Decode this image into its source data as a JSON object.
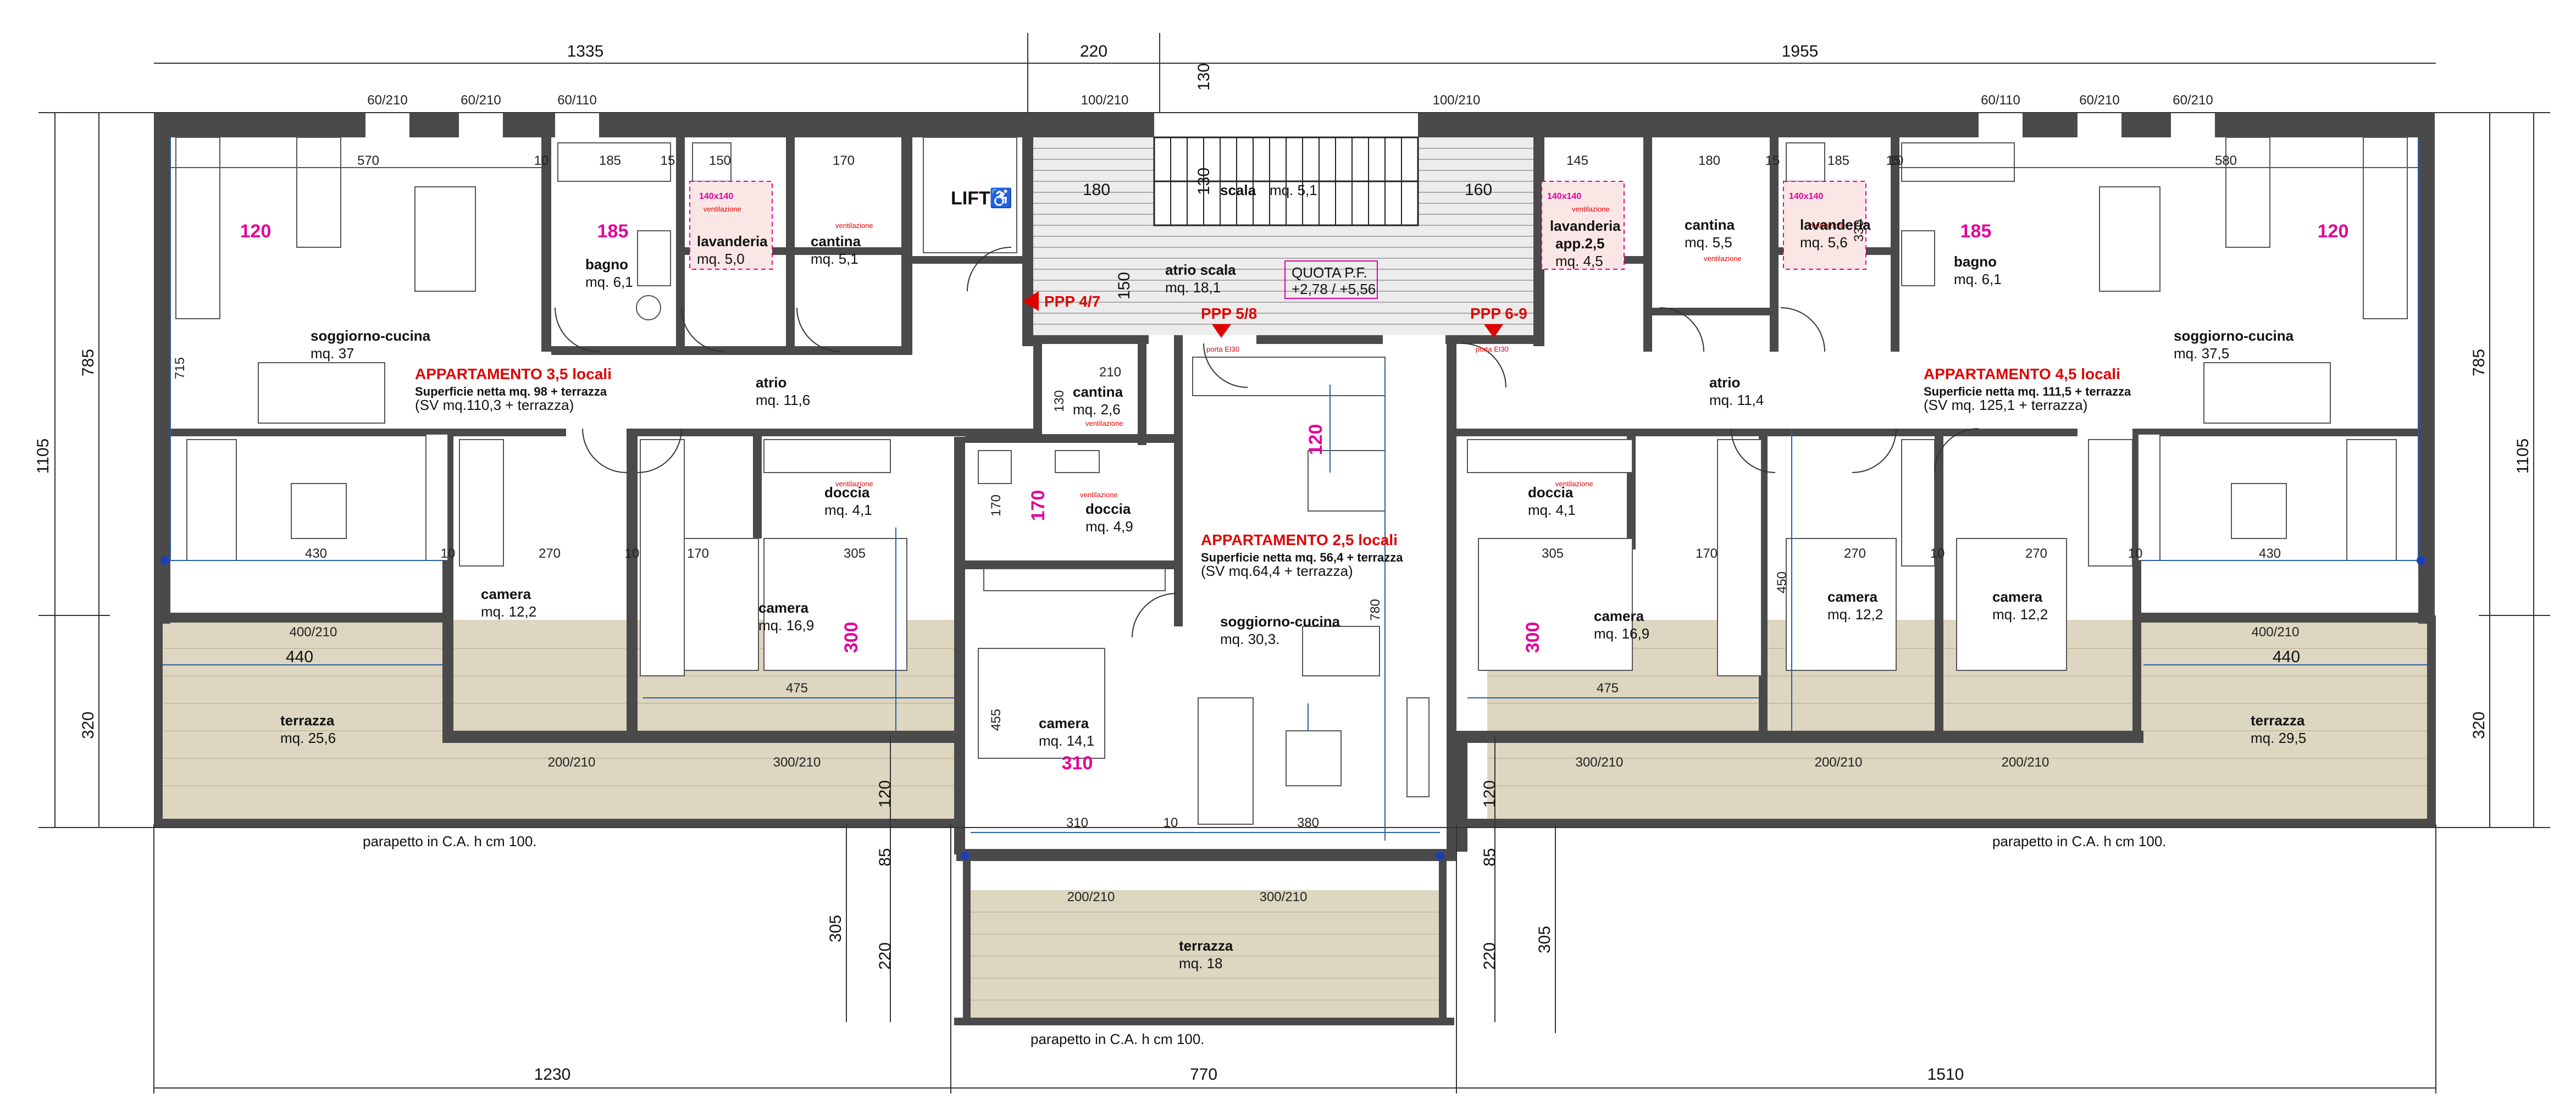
{
  "overall_dims": {
    "top_left": "1335",
    "top_mid": "220",
    "top_right": "1955",
    "bot_left": "1230",
    "bot_mid": "770",
    "bot_right": "1510",
    "left_total": "1105",
    "left_upper": "785",
    "left_lower": "320",
    "right_total": "1105",
    "right_upper": "785",
    "right_lower": "320",
    "top_130": "130"
  },
  "openings": [
    "60/210",
    "60/210",
    "60/110",
    "100/210",
    "100/210",
    "60/110",
    "60/210",
    "60/210",
    "400/210",
    "400/210",
    "200/210",
    "300/210",
    "300/210",
    "200/210",
    "200/210",
    "200/210",
    "300/210"
  ],
  "apartments": {
    "left": {
      "title": "APPARTAMENTO 3,5 locali",
      "line1": "Superficie netta mq. 98 + terrazza",
      "line2": "(SV mq.110,3 + terrazza)"
    },
    "center": {
      "title": "APPARTAMENTO 2,5 locali",
      "line1": "Superficie netta mq. 56,4 + terrazza",
      "line2": "(SV mq.64,4 + terrazza)"
    },
    "right": {
      "title": "APPARTAMENTO 4,5 locali",
      "line1": "Superficie netta mq. 111,5 + terrazza",
      "line2": "(SV mq. 125,1 + terrazza)"
    }
  },
  "rooms": {
    "soggiorno_l": {
      "name": "soggiorno-cucina",
      "area": "mq. 37"
    },
    "bagno_l": {
      "name": "bagno",
      "area": "mq. 6,1"
    },
    "lavanderia_l": {
      "name": "lavanderia",
      "area": "mq. 5,0"
    },
    "cantina_l": {
      "name": "cantina",
      "area": "mq. 5,1"
    },
    "atrio_l": {
      "name": "atrio",
      "area": "mq. 11,6"
    },
    "doccia_l": {
      "name": "doccia",
      "area": "mq. 4,1"
    },
    "camera_l1": {
      "name": "camera",
      "area": "mq. 12,2"
    },
    "camera_l2": {
      "name": "camera",
      "area": "mq. 16,9"
    },
    "terrazza_l": {
      "name": "terrazza",
      "area": "mq. 25,6"
    },
    "scala": {
      "name": "scala",
      "area": "mq. 5,1"
    },
    "atrio_scala": {
      "name": "atrio scala",
      "area": "mq. 18,1"
    },
    "quota_label": "QUOTA P.F.",
    "quota_value": "+2,78 / +5,56",
    "lavanderia_c": {
      "name": "lavanderia",
      "area": "app.2,5",
      "area2": "mq. 4,5"
    },
    "cantina_c": {
      "name": "cantina",
      "area": "mq. 2,6"
    },
    "doccia_c": {
      "name": "doccia",
      "area": "mq. 4,9"
    },
    "soggiorno_c": {
      "name": "soggiorno-cucina",
      "area": "mq. 30,3."
    },
    "camera_c": {
      "name": "camera",
      "area": "mq. 14,1"
    },
    "terrazza_c": {
      "name": "terrazza",
      "area": "mq. 18"
    },
    "cantina_r": {
      "name": "cantina",
      "area": "mq. 5,5"
    },
    "lavanderia_r": {
      "name": "lavanderia",
      "area": "mq. 5,6"
    },
    "bagno_r": {
      "name": "bagno",
      "area": "mq. 6,1"
    },
    "soggiorno_r": {
      "name": "soggiorno-cucina",
      "area": "mq. 37,5"
    },
    "atrio_r": {
      "name": "atrio",
      "area": "mq. 11,4"
    },
    "doccia_r": {
      "name": "doccia",
      "area": "mq. 4,1"
    },
    "camera_r1": {
      "name": "camera",
      "area": "mq. 16,9"
    },
    "camera_r2": {
      "name": "camera",
      "area": "mq. 12,2"
    },
    "camera_r3": {
      "name": "camera",
      "area": "mq. 12,2"
    },
    "terrazza_r": {
      "name": "terrazza",
      "area": "mq. 29,5"
    }
  },
  "lift": "LIFT",
  "ppp": {
    "a": "PPP 4/7",
    "b": "PPP 5/8",
    "c": "PPP 6-9"
  },
  "porta": "porta EI30",
  "parapetto": "parapetto in C.A. h cm 100.",
  "magenta": {
    "m120a": "120",
    "m185a": "185",
    "m300a": "300",
    "m170": "170",
    "m120c": "120",
    "m310": "310",
    "m300b": "300",
    "m185b": "185",
    "m120b": "120",
    "m140a": "140x140",
    "m140b": "140x140",
    "m140c": "140x140"
  },
  "ventilazione": "ventilazione",
  "inner_dims": {
    "d570": "570",
    "d10a": "10",
    "d185a": "185",
    "d15a": "15",
    "d150": "150",
    "d170a": "170",
    "d180a": "180",
    "d130a": "130",
    "d160": "160",
    "d145": "145",
    "d180b": "180",
    "d15b": "15",
    "d185b": "185",
    "d580": "580",
    "d10b": "10",
    "d715": "715",
    "d430a": "430",
    "d10c": "10",
    "d270a": "270",
    "d10d": "10",
    "d170b": "170",
    "d305a": "305",
    "d440a": "440",
    "d475a": "475",
    "d210": "210",
    "d130b": "130",
    "d170c": "170",
    "d455": "455",
    "d310": "310",
    "d10e": "10",
    "d380": "380",
    "d780": "780",
    "d150b": "150",
    "d305b": "305",
    "d170d": "170",
    "d475b": "475",
    "d450": "450",
    "d270b": "270",
    "d10f": "10",
    "d270c": "270",
    "d10g": "10",
    "d430b": "430",
    "d440b": "440",
    "d120a": "120",
    "d85a": "85",
    "d305c": "305",
    "d220a": "220",
    "d120b": "120",
    "d85b": "85",
    "d305d": "305",
    "d220b": "220",
    "d15c": "15",
    "d330": "330"
  },
  "colors": {
    "wall": "#4a4a4a",
    "terrace": "#ddd6c0",
    "title_red": "#e00000",
    "magenta": "#e0009a",
    "dimension_blue": "#2a5fa0"
  }
}
